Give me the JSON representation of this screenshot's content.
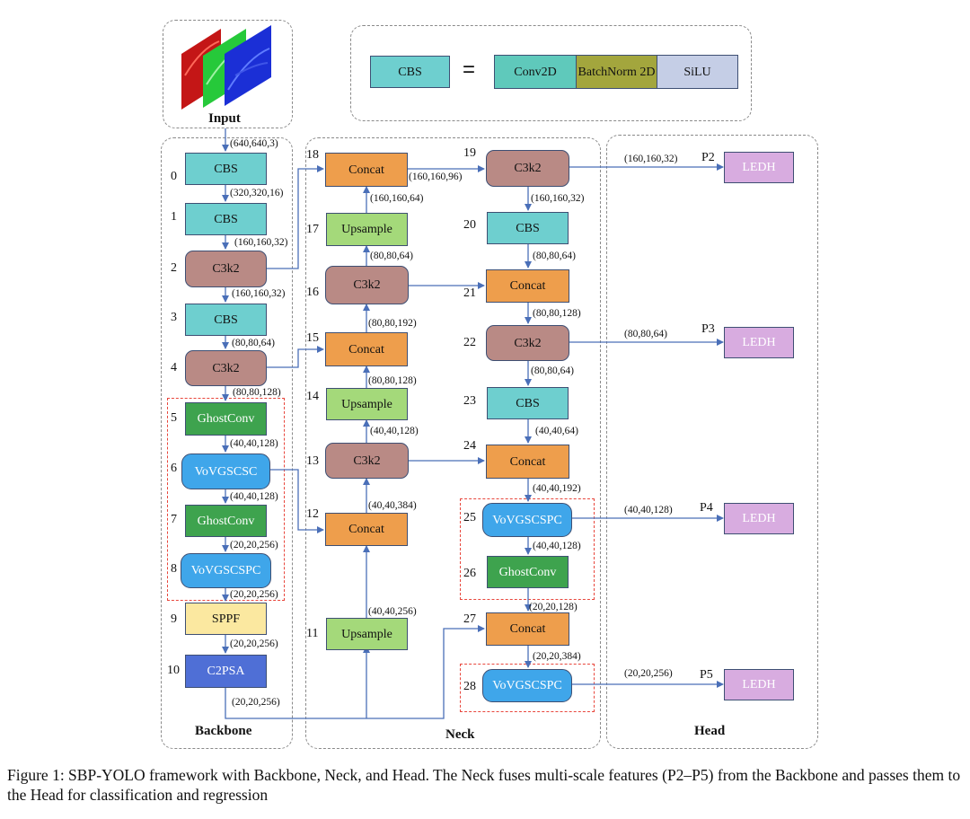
{
  "sections": {
    "input": "Input",
    "backbone": "Backbone",
    "neck": "Neck",
    "head": "Head"
  },
  "legend": {
    "left": "CBS",
    "equals": "=",
    "parts": [
      "Conv2D",
      "BatchNorm 2D",
      "SiLU"
    ]
  },
  "backbone": [
    {
      "idx": "0",
      "label": "CBS"
    },
    {
      "idx": "1",
      "label": "CBS"
    },
    {
      "idx": "2",
      "label": "C3k2"
    },
    {
      "idx": "3",
      "label": "CBS"
    },
    {
      "idx": "4",
      "label": "C3k2"
    },
    {
      "idx": "5",
      "label": "GhostConv"
    },
    {
      "idx": "6",
      "label": "VoVGSCSC"
    },
    {
      "idx": "7",
      "label": "GhostConv"
    },
    {
      "idx": "8",
      "label": "VoVGSCSPC"
    },
    {
      "idx": "9",
      "label": "SPPF"
    },
    {
      "idx": "10",
      "label": "C2PSA"
    }
  ],
  "neck_left": [
    {
      "idx": "11",
      "label": "Upsample"
    },
    {
      "idx": "12",
      "label": "Concat"
    },
    {
      "idx": "13",
      "label": "C3k2"
    },
    {
      "idx": "14",
      "label": "Upsample"
    },
    {
      "idx": "15",
      "label": "Concat"
    },
    {
      "idx": "16",
      "label": "C3k2"
    },
    {
      "idx": "17",
      "label": "Upsample"
    },
    {
      "idx": "18",
      "label": "Concat"
    }
  ],
  "neck_right": [
    {
      "idx": "19",
      "label": "C3k2"
    },
    {
      "idx": "20",
      "label": "CBS"
    },
    {
      "idx": "21",
      "label": "Concat"
    },
    {
      "idx": "22",
      "label": "C3k2"
    },
    {
      "idx": "23",
      "label": "CBS"
    },
    {
      "idx": "24",
      "label": "Concat"
    },
    {
      "idx": "25",
      "label": "VoVGSCSPC"
    },
    {
      "idx": "26",
      "label": "GhostConv"
    },
    {
      "idx": "27",
      "label": "Concat"
    },
    {
      "idx": "28",
      "label": "VoVGSCSPC"
    }
  ],
  "head": [
    {
      "p": "P2",
      "label": "LEDH",
      "dim": "(160,160,32)"
    },
    {
      "p": "P3",
      "label": "LEDH",
      "dim": "(80,80,64)"
    },
    {
      "p": "P4",
      "label": "LEDH",
      "dim": "(40,40,128)"
    },
    {
      "p": "P5",
      "label": "LEDH",
      "dim": "(20,20,256)"
    }
  ],
  "dims": {
    "backbone": [
      "(640,640,3)",
      "(320,320,16)",
      "(160,160,32)",
      "(160,160,32)",
      "(80,80,64)",
      "(80,80,128)",
      "(40,40,128)",
      "(40,40,128)",
      "(20,20,256)",
      "(20,20,256)",
      "(20,20,256)",
      "(20,20,256)"
    ],
    "neck_left": [
      "(40,40,256)",
      "(40,40,384)",
      "(40,40,128)",
      "(80,80,128)",
      "(80,80,192)",
      "(80,80,64)",
      "(160,160,64)",
      "(160,160,96)"
    ],
    "neck_right": [
      "(160,160,32)",
      "(80,80,64)",
      "(80,80,128)",
      "(80,80,64)",
      "(40,40,64)",
      "(40,40,192)",
      "(40,40,128)",
      "(20,20,128)",
      "(20,20,384)"
    ]
  },
  "caption": "Figure 1: SBP-YOLO framework with Backbone, Neck, and Head. The Neck fuses multi-scale features (P2–P5) from the Backbone and passes them to the Head for classification and regression",
  "colors": {
    "cbs": "#6ecfcf",
    "c3k2": "#b98a85",
    "concat": "#ee9e4c",
    "upsample": "#a4d97a",
    "ghostconv": "#3ea34e",
    "vov": "#3fa6ea",
    "sppf": "#fbe8a0",
    "c2psa": "#4f6fd6",
    "ledh": "#d8ace0",
    "conv2d": "#5fc9bb",
    "batchnorm": "#a3a63d",
    "silu": "#c5cee6",
    "arrow": "#4a6fb8",
    "redbox": "#e8463c"
  }
}
